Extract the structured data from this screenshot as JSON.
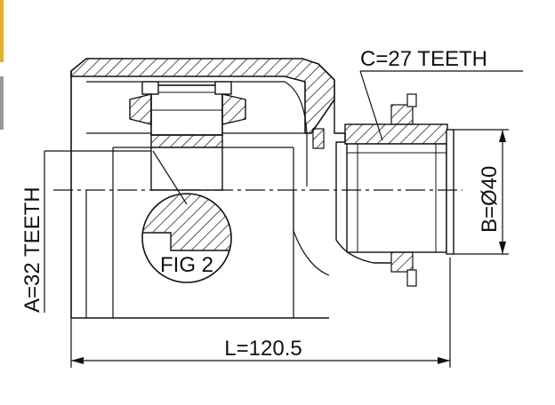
{
  "labels": {
    "c_teeth": "C=27 TEETH",
    "a_teeth": "A=32 TEETH",
    "b_diameter": "B=Ø40",
    "length": "L=120.5",
    "fig": "FIG 2"
  },
  "colors": {
    "line": "#111111",
    "background": "#ffffff",
    "side_tab": "#e0b030"
  }
}
